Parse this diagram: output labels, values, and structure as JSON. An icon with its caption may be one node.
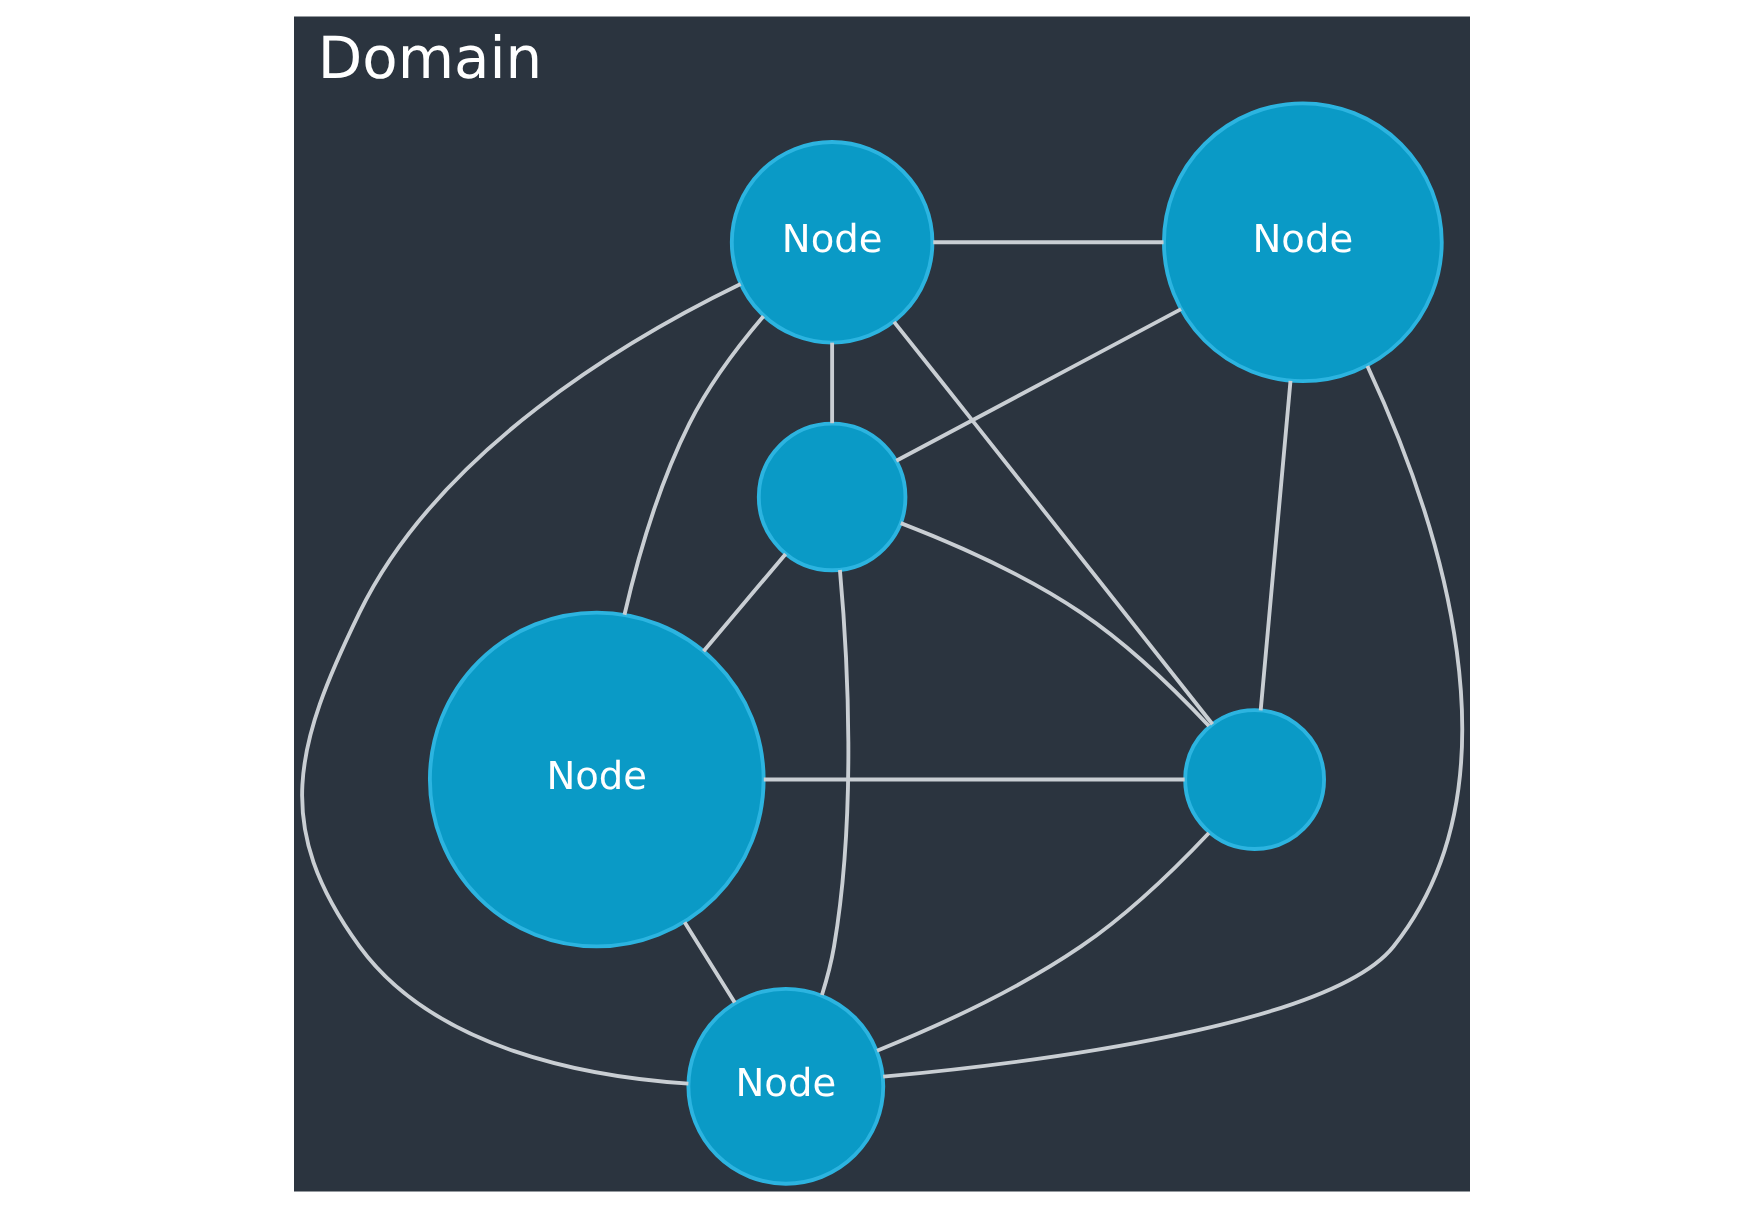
{
  "diagram": {
    "title": "Domain",
    "nodes": [
      {
        "text": [
          "Node"
        ]
      },
      {
        "text": [
          "Node"
        ]
      },
      {
        "text": [],
        "shape": "circle"
      },
      {
        "text": [],
        "shape": "circle"
      },
      {
        "text": [
          "Node"
        ]
      },
      {
        "text": [
          "Node"
        ]
      }
    ],
    "edges": [
      {
        "from": 0,
        "to": 1,
        "arrow": "none"
      },
      {
        "from": 0,
        "to": 4,
        "arrow": "none"
      },
      {
        "from": 0,
        "to": 2,
        "arrow": "none"
      },
      {
        "from": 0,
        "to": 5,
        "arrow": "none"
      },
      {
        "from": 0,
        "to": 3,
        "arrow": "none"
      },
      {
        "from": 1,
        "to": 2,
        "arrow": "none"
      },
      {
        "from": 1,
        "to": 5,
        "arrow": "none"
      },
      {
        "from": 1,
        "to": 3,
        "arrow": "none"
      },
      {
        "from": 2,
        "to": 4,
        "arrow": "none"
      },
      {
        "from": 2,
        "to": 3,
        "arrow": "none"
      },
      {
        "from": 2,
        "to": 5,
        "arrow": "none"
      },
      {
        "from": 4,
        "to": 3,
        "arrow": "none"
      },
      {
        "from": 4,
        "to": 5,
        "arrow": "none"
      },
      {
        "from": 5,
        "to": 3,
        "arrow": "none"
      }
    ]
  }
}
